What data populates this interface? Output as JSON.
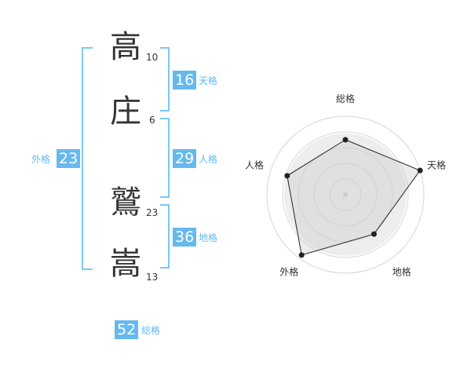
{
  "colors": {
    "accent": "#7cc8f4",
    "badge": "#66b9ee",
    "text": "#333333",
    "radar_stroke": "#222222"
  },
  "name_chars": [
    {
      "char": "高",
      "strokes": "10"
    },
    {
      "char": "庄",
      "strokes": "6"
    },
    {
      "char": "鷲",
      "strokes": "23"
    },
    {
      "char": "嵩",
      "strokes": "13"
    }
  ],
  "grids": {
    "tenkaku": {
      "value": "16",
      "label": "天格"
    },
    "jinkaku": {
      "value": "29",
      "label": "人格"
    },
    "chikaku": {
      "value": "36",
      "label": "地格"
    },
    "gaikaku": {
      "value": "23",
      "label": "外格"
    },
    "soukaku": {
      "value": "52",
      "label": "総格"
    }
  },
  "radar": {
    "axes": [
      "総格",
      "天格",
      "地格",
      "外格",
      "人格"
    ],
    "values": [
      0.7,
      1.0,
      0.62,
      0.95,
      0.78
    ],
    "max": 1.0
  }
}
